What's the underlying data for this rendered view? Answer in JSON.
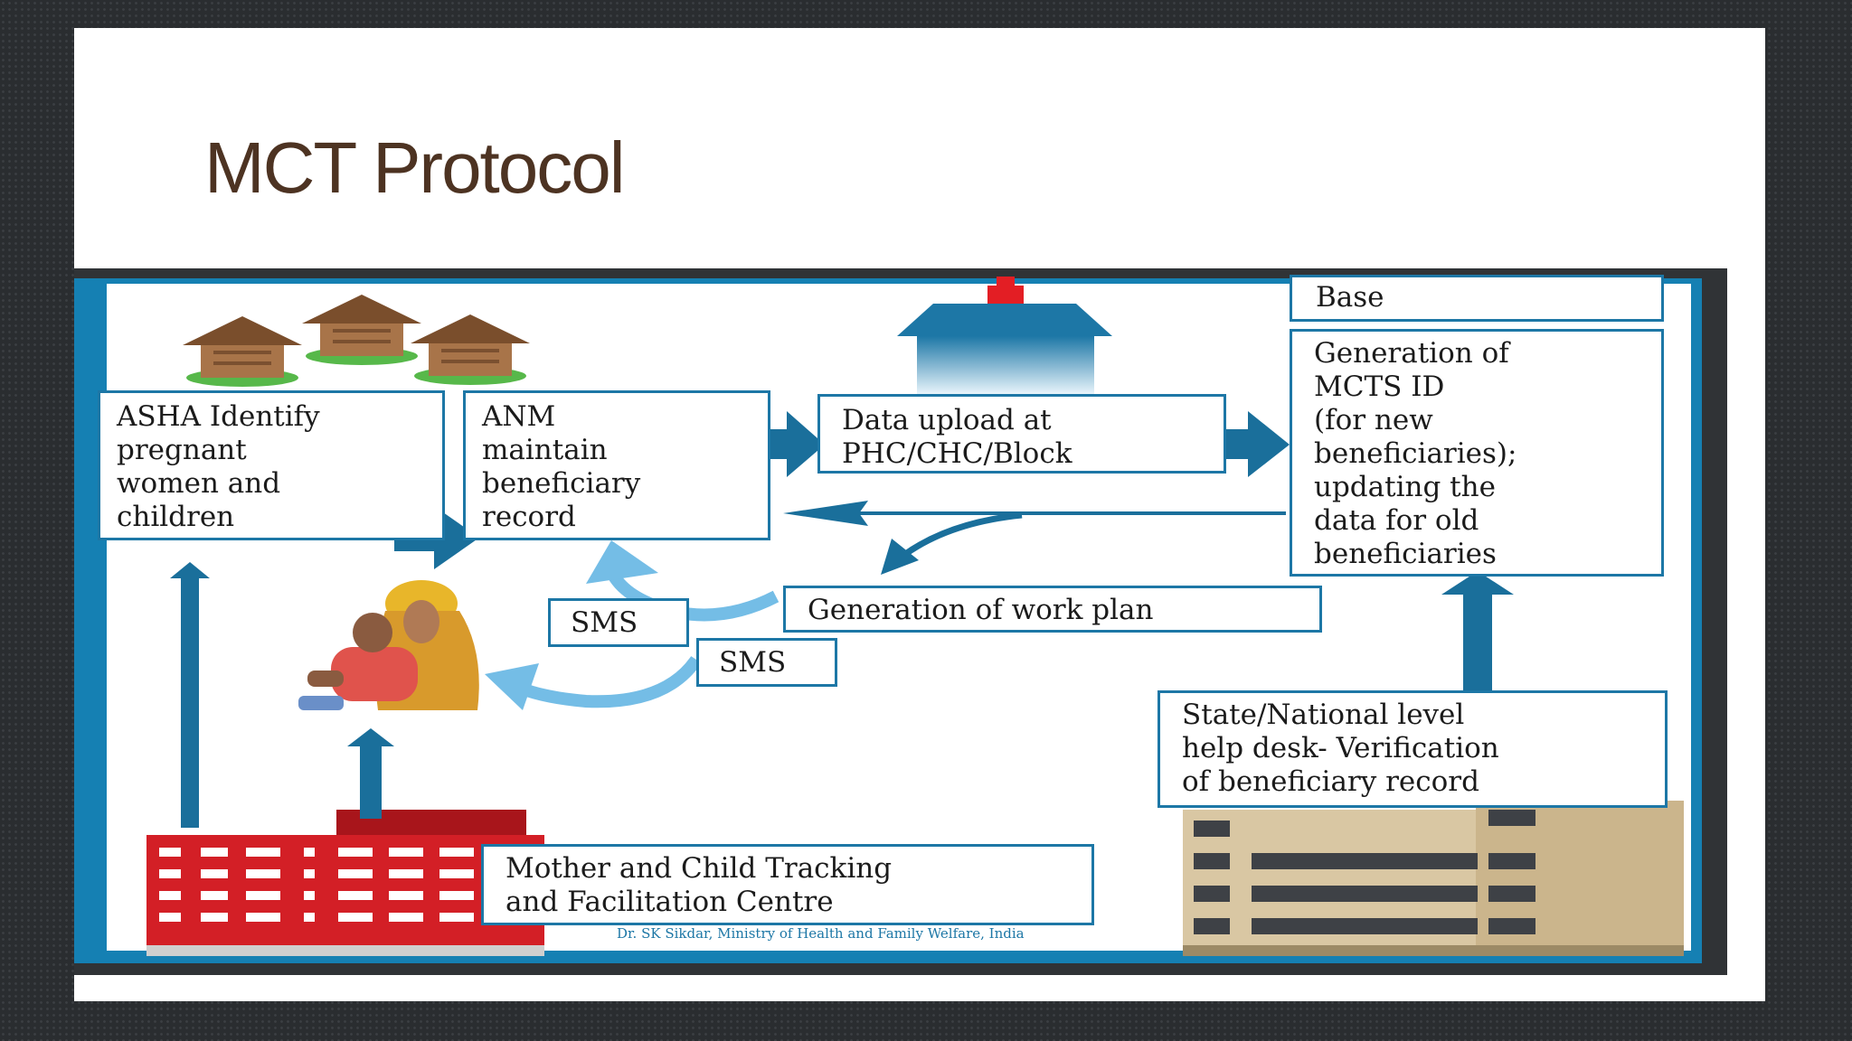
{
  "slide": {
    "title": "MCT Protocol"
  },
  "diagram": {
    "boxes": {
      "base": "Base",
      "asha": "ASHA Identify\npregnant\nwomen and\nchildren",
      "anm": "ANM\nmaintain\nbeneficiary\nrecord",
      "upload": "Data upload at\nPHC/CHC/Block",
      "mcts_id": "Generation of\nMCTS ID\n(for new\nbeneficiaries);\nupdating the\ndata for old\nbeneficiaries",
      "work_plan": "Generation of work plan",
      "sms1": "SMS",
      "sms2": "SMS",
      "help_desk": "State/National level\nhelp desk- Verification\nof beneficiary record",
      "mctfc": "Mother and Child Tracking\nand Facilitation Centre"
    },
    "credit": "Dr. SK Sikdar, Ministry of Health and Family Welfare, India"
  },
  "colors": {
    "arrow_dark": "#1a6f9b",
    "arrow_light": "#74bde6",
    "frame": "#1580b3",
    "box_border": "#1d77a6",
    "title": "#4d3322",
    "hospital_red": "#d31f26",
    "building_tan": "#d9c7a3"
  },
  "icons": [
    "hut-icon",
    "health-centre-icon",
    "mother-child-icon",
    "hospital-building-icon",
    "office-building-icon"
  ]
}
